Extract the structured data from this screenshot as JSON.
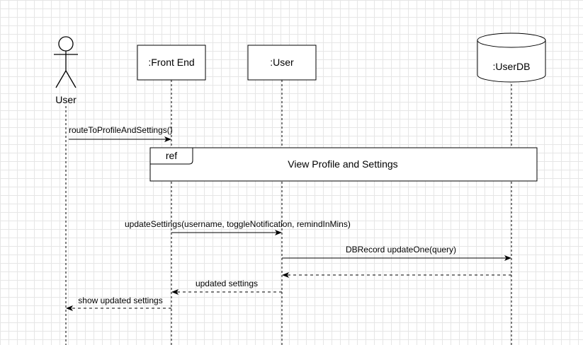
{
  "participants": {
    "actor_user": {
      "label": "User"
    },
    "front_end": {
      "label": ":Front End"
    },
    "user_obj": {
      "label": ":User"
    },
    "user_db": {
      "label": ":UserDB"
    }
  },
  "messages": [
    {
      "label": "routeToProfileAndSettings()",
      "style": "solid"
    },
    {
      "label": "updateSettings(username, toggleNotification, remindInMins)",
      "style": "solid"
    },
    {
      "label": "DBRecord updateOne(query)",
      "style": "solid"
    },
    {
      "label": "",
      "style": "dashed"
    },
    {
      "label": "updated settings",
      "style": "dashed"
    },
    {
      "label": "show updated settings",
      "style": "dashed"
    }
  ],
  "ref_fragment": {
    "tag": "ref",
    "title": "View Profile and Settings"
  }
}
